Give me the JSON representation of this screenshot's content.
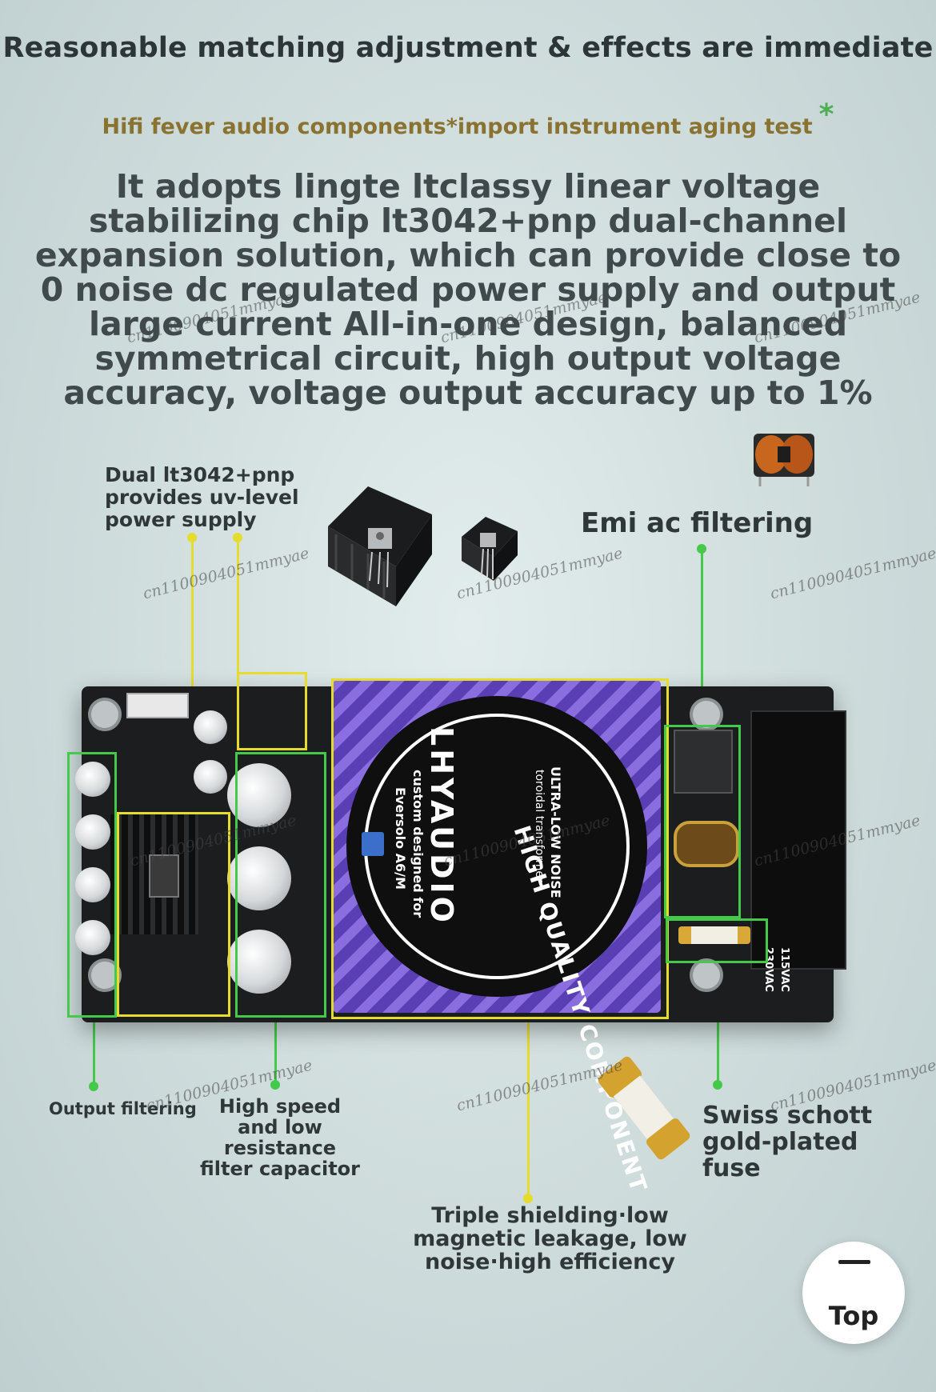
{
  "header": {
    "headline": "Reasonable matching adjustment & effects are immediate",
    "subhead": "Hifi fever audio components*import instrument aging test",
    "star": "*",
    "description": "It adopts lingte ltclassy linear voltage stabilizing chip lt3042+pnp dual-channel expansion solution, which can provide close to 0 noise dc regulated power supply and output large current All-in-one design, balanced symmetrical circuit, high output voltage accuracy, voltage output accuracy up to 1%"
  },
  "watermark": "cn1100904051mmyae",
  "callouts": {
    "dual_chip": "Dual lt3042+pnp provides uv-level power supply",
    "emi": "Emi ac filtering",
    "output_filtering": "Output filtering",
    "capacitor": "High speed and low resistance filter capacitor",
    "fuse": "Swiss schott gold-plated fuse",
    "transformer": "Triple shielding·low magnetic leakage, low noise·high efficiency"
  },
  "board": {
    "transformer_title": "HIGH QUALITY COMPONENT",
    "brand": "LHYAUDIO",
    "transformer_line1": "ULTRA-LOW NOISE",
    "transformer_line2": "toroidal transformer",
    "custom_line1": "custom designed for",
    "custom_line2": "Eversolo A6/M",
    "voltage1": "115VAC",
    "voltage2": "230VAC"
  },
  "nav": {
    "top_label": "Top"
  },
  "colors": {
    "callout_yellow": "#e6dc2d",
    "callout_green": "#45c94a",
    "heatsink_purple": "#6e48c9"
  }
}
